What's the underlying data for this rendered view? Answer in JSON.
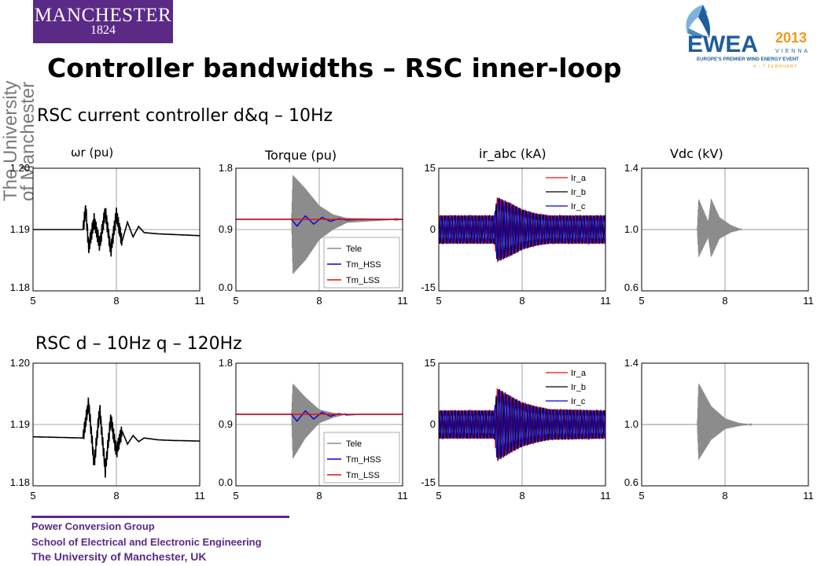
{
  "header": {
    "logo_manchester": {
      "line1": "MANCHESTER",
      "line2": "1824"
    },
    "university_vertical": [
      "The University",
      "of Manchester"
    ],
    "ewea": {
      "name": "EWEA",
      "year": "2013",
      "city": "VIENNA",
      "tagline": "EUROPE'S PREMIER WIND ENERGY EVENT",
      "dates": "4 - 7 FEBRUARY"
    },
    "title": "Controller bandwidths – RSC inner-loop"
  },
  "section1": {
    "subtitle": "RSC current controller d&q – 10Hz"
  },
  "section2": {
    "subtitle": "RSC d – 10Hz  q – 120Hz"
  },
  "column_titles": [
    "ωr (pu)",
    "Torque (pu)",
    "ir_abc (kA)",
    "Vdc (kV)"
  ],
  "footer": {
    "group": "Power Conversion Group",
    "school": "School of Electrical and Electronic Engineering",
    "university": "The University of Manchester, UK"
  },
  "colors": {
    "purple": "#5b2a86",
    "grey_trace": "#8c8c8c",
    "blue": "#0000e0",
    "red": "#e01010",
    "black": "#000000"
  },
  "chart_data": [
    {
      "id": "r1c1",
      "type": "line",
      "ylim": [
        1.18,
        1.2
      ],
      "yticks": [
        "1.20",
        "1.19",
        "1.18"
      ],
      "xlim": [
        5,
        11
      ],
      "xticks": [
        "5",
        "8",
        "11"
      ],
      "kind": "speed",
      "series": [
        {
          "color": "#000000",
          "x": [
            5,
            6.8,
            6.9,
            7,
            7.2,
            7.4,
            7.6,
            7.8,
            8,
            8.2,
            8.4,
            8.6,
            8.8,
            9,
            9.5,
            10,
            11
          ],
          "y": [
            1.19,
            1.19,
            1.1935,
            1.187,
            1.1915,
            1.1875,
            1.193,
            1.1865,
            1.1925,
            1.188,
            1.1912,
            1.1888,
            1.1905,
            1.1895,
            1.1893,
            1.1892,
            1.189
          ]
        }
      ]
    },
    {
      "id": "r1c2",
      "type": "line",
      "ylim": [
        0,
        1.8
      ],
      "yticks": [
        "1.8",
        "0.9",
        "0.0"
      ],
      "xlim": [
        5,
        11
      ],
      "xticks": [
        "5",
        "8",
        "11"
      ],
      "kind": "torque",
      "legend": [
        "Tele",
        "Tm_HSS",
        "Tm_LSS"
      ],
      "series": [
        {
          "name": "Tele",
          "color": "#8c8c8c",
          "env": [
            [
              5,
              1.05,
              1.05
            ],
            [
              7,
              1.05,
              1.05
            ],
            [
              7.05,
              1.7,
              0.25
            ],
            [
              7.5,
              1.5,
              0.45
            ],
            [
              8,
              1.25,
              0.75
            ],
            [
              8.5,
              1.12,
              0.9
            ],
            [
              9,
              1.07,
              1.0
            ],
            [
              11,
              1.05,
              1.05
            ]
          ]
        },
        {
          "name": "Tm_HSS",
          "color": "#0000e0",
          "x": [
            5,
            7,
            7.2,
            7.5,
            7.8,
            8.1,
            8.4,
            8.7,
            9,
            9.5,
            11
          ],
          "y": [
            1.05,
            1.05,
            0.95,
            1.1,
            0.98,
            1.08,
            1.02,
            1.06,
            1.04,
            1.05,
            1.05
          ]
        },
        {
          "name": "Tm_LSS",
          "color": "#e01010",
          "x": [
            5,
            11
          ],
          "y": [
            1.05,
            1.05
          ]
        }
      ]
    },
    {
      "id": "r1c3",
      "type": "line",
      "ylim": [
        -15,
        15
      ],
      "yticks": [
        "15",
        "0",
        "-15"
      ],
      "xlim": [
        5,
        11
      ],
      "xticks": [
        "5",
        "8",
        "11"
      ],
      "kind": "current",
      "legend": [
        "Ir_a",
        "Ir_b",
        "Ir_c"
      ],
      "series": [
        {
          "name": "Ir_a",
          "color": "#e01010"
        },
        {
          "name": "Ir_b",
          "color": "#000000"
        },
        {
          "name": "Ir_c",
          "color": "#0000e0"
        }
      ],
      "env": [
        [
          5,
          3.5
        ],
        [
          7,
          3.5
        ],
        [
          7.1,
          8
        ],
        [
          7.6,
          6.5
        ],
        [
          8,
          5
        ],
        [
          8.5,
          4
        ],
        [
          9,
          3.5
        ],
        [
          11,
          3.5
        ]
      ]
    },
    {
      "id": "r1c4",
      "type": "line",
      "ylim": [
        0.6,
        1.4
      ],
      "yticks": [
        "1.4",
        "1.0",
        "0.6"
      ],
      "xlim": [
        5,
        11
      ],
      "xticks": [
        "5",
        "8",
        "11"
      ],
      "kind": "vdc",
      "series": [
        {
          "color": "#8c8c8c",
          "env": [
            [
              5,
              1.0,
              1.0
            ],
            [
              7,
              1.0,
              1.0
            ],
            [
              7.05,
              1.2,
              0.82
            ],
            [
              7.4,
              1.05,
              0.95
            ],
            [
              7.5,
              1.2,
              0.82
            ],
            [
              7.8,
              1.08,
              0.94
            ],
            [
              8.2,
              1.03,
              0.98
            ],
            [
              8.6,
              1.0,
              1.0
            ],
            [
              11,
              1.0,
              1.0
            ]
          ]
        }
      ]
    },
    {
      "id": "r2c1",
      "type": "line",
      "ylim": [
        1.18,
        1.2
      ],
      "yticks": [
        "1.20",
        "1.19",
        "1.18"
      ],
      "xlim": [
        5,
        11
      ],
      "xticks": [
        "5",
        "8",
        "11"
      ],
      "kind": "speed",
      "series": [
        {
          "color": "#000000",
          "x": [
            5,
            6.8,
            7,
            7.2,
            7.4,
            7.6,
            7.8,
            8,
            8.2,
            8.4,
            8.6,
            8.8,
            9,
            9.5,
            10,
            11
          ],
          "y": [
            1.188,
            1.1878,
            1.1935,
            1.1835,
            1.1925,
            1.1825,
            1.191,
            1.1855,
            1.189,
            1.1868,
            1.1882,
            1.1872,
            1.1878,
            1.1875,
            1.1874,
            1.1873
          ]
        }
      ]
    },
    {
      "id": "r2c2",
      "type": "line",
      "ylim": [
        0,
        1.8
      ],
      "yticks": [
        "1.8",
        "0.9",
        "0.0"
      ],
      "xlim": [
        5,
        11
      ],
      "xticks": [
        "5",
        "8",
        "11"
      ],
      "kind": "torque",
      "legend": [
        "Tele",
        "Tm_HSS",
        "Tm_LSS"
      ],
      "series": [
        {
          "name": "Tele",
          "color": "#8c8c8c",
          "env": [
            [
              5,
              1.05,
              1.05
            ],
            [
              7,
              1.05,
              1.05
            ],
            [
              7.05,
              1.5,
              0.4
            ],
            [
              7.5,
              1.3,
              0.7
            ],
            [
              8,
              1.12,
              0.92
            ],
            [
              8.5,
              1.07,
              1.0
            ],
            [
              9,
              1.05,
              1.05
            ],
            [
              11,
              1.05,
              1.05
            ]
          ]
        },
        {
          "name": "Tm_HSS",
          "color": "#0000e0",
          "x": [
            5,
            7,
            7.2,
            7.5,
            7.8,
            8.1,
            8.4,
            8.7,
            9,
            9.5,
            11
          ],
          "y": [
            1.05,
            1.05,
            0.95,
            1.1,
            0.98,
            1.08,
            1.02,
            1.06,
            1.04,
            1.05,
            1.05
          ]
        },
        {
          "name": "Tm_LSS",
          "color": "#e01010",
          "x": [
            5,
            11
          ],
          "y": [
            1.05,
            1.05
          ]
        }
      ]
    },
    {
      "id": "r2c3",
      "type": "line",
      "ylim": [
        -15,
        15
      ],
      "yticks": [
        "15",
        "0",
        "-15"
      ],
      "xlim": [
        5,
        11
      ],
      "xticks": [
        "5",
        "8",
        "11"
      ],
      "kind": "current",
      "legend": [
        "Ir_a",
        "Ir_b",
        "Ir_c"
      ],
      "series": [
        {
          "name": "Ir_a",
          "color": "#e01010"
        },
        {
          "name": "Ir_b",
          "color": "#000000"
        },
        {
          "name": "Ir_c",
          "color": "#0000e0"
        }
      ],
      "env": [
        [
          5,
          3.5
        ],
        [
          7,
          3.5
        ],
        [
          7.1,
          9
        ],
        [
          7.6,
          7
        ],
        [
          8,
          5.5
        ],
        [
          8.5,
          4.5
        ],
        [
          9,
          3.8
        ],
        [
          11,
          3.5
        ]
      ]
    },
    {
      "id": "r2c4",
      "type": "line",
      "ylim": [
        0.6,
        1.4
      ],
      "yticks": [
        "1.4",
        "1.0",
        "0.6"
      ],
      "xlim": [
        5,
        11
      ],
      "xticks": [
        "5",
        "8",
        "11"
      ],
      "kind": "vdc",
      "series": [
        {
          "color": "#8c8c8c",
          "env": [
            [
              5,
              1.0,
              1.0
            ],
            [
              7,
              1.0,
              1.0
            ],
            [
              7.05,
              1.27,
              0.77
            ],
            [
              7.5,
              1.12,
              0.9
            ],
            [
              8,
              1.04,
              0.97
            ],
            [
              8.5,
              1.01,
              0.99
            ],
            [
              9,
              1.0,
              1.0
            ],
            [
              11,
              1.0,
              1.0
            ]
          ]
        }
      ]
    }
  ]
}
